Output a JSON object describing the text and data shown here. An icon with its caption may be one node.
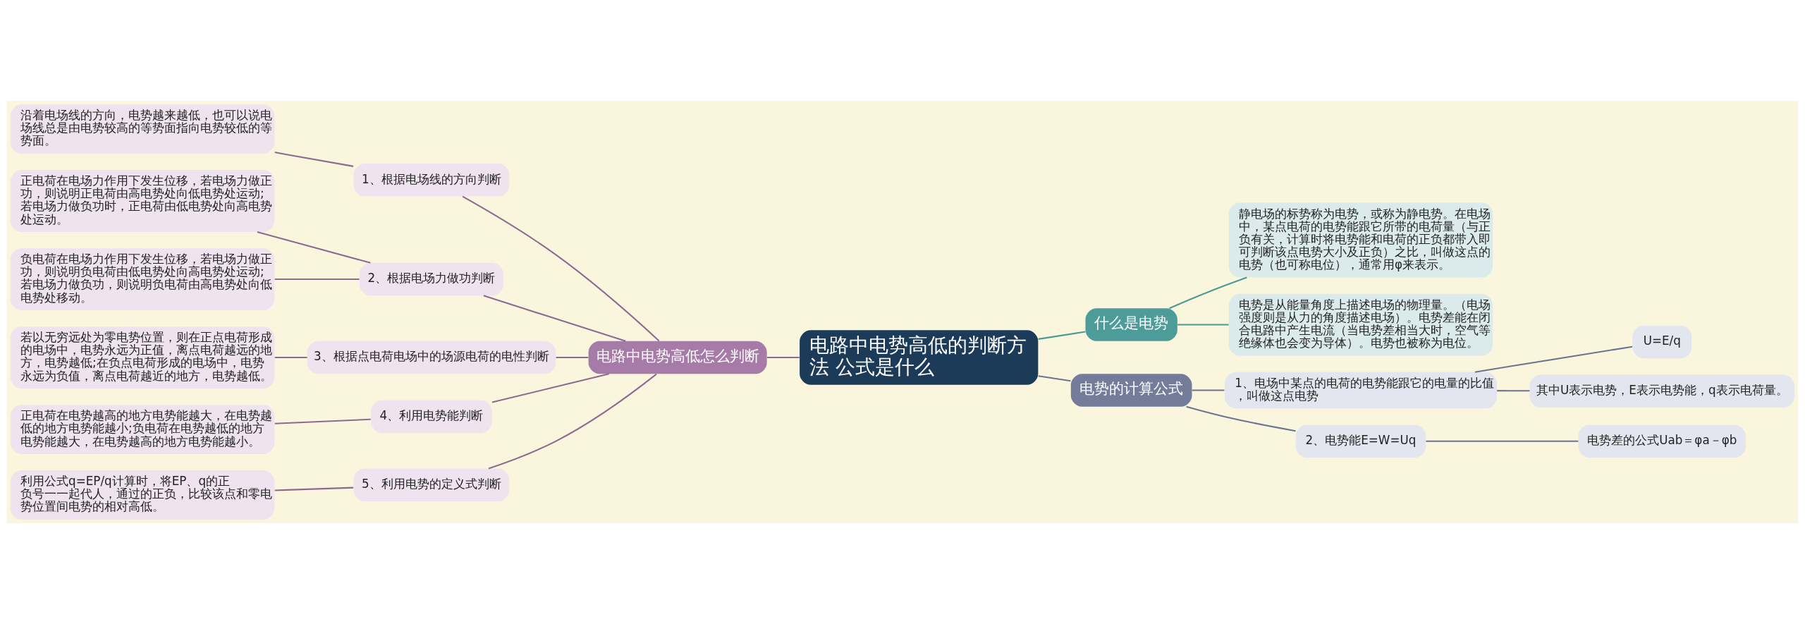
{
  "diagram": {
    "nodes": [
      {
        "text": [
          "电路中电势高低的判断方法 公式是什么"
        ]
      },
      {
        "text": [
          "电路中电势高低怎么判断"
        ]
      },
      {
        "text": [
          "1、根据电场线的方向判断"
        ]
      },
      {
        "text": [
          "沿着电场线的方向，电势越来越低，也可以说电场线总是由电势较高的等势面指向电势较低的等势面。"
        ]
      },
      {
        "text": [
          "2、根据电场力做功判断"
        ]
      },
      {
        "text": [
          "正电荷在电场力作用下发生位移，若电场力做正功，则说明正电荷由高电势处向低电势处运动;若电场力做负功时，正电荷由低电势处向高电势处运动。"
        ]
      },
      {
        "text": [
          "负电荷在电场力作用下发生位移，若电场力做正功，则说明负电荷由低电势处向高电势处运动;若电场力做负功，则说明负电荷由高电势处向低电势处移动。"
        ]
      },
      {
        "text": [
          "3、根据点电荷电场中的场源电荷的电性判断"
        ]
      },
      {
        "text": [
          "若以无穷远处为零电势位置，则在正点电荷形成的电场中，电势永远为正值，离点电荷越远的地方，电势越低;在负点电荷形成的电场中，电势永远为负值，离点电荷越近的地方，电势越低。"
        ]
      },
      {
        "text": [
          "4、利用电势能判断"
        ]
      },
      {
        "text": [
          "正电荷在电势越高的地方电势能越大，在电势越低的地方电势能越小;负电荷在电势越低的地方电势能越大，在电势越高的地方电势能越小。"
        ]
      },
      {
        "text": [
          "5、利用电势的定义式判断"
        ]
      },
      {
        "text": [
          "利用公式q=EP/q计算时，将EP、q的正负号一一起代人，通过的正负，比较该点和零电势位置间电势的相对高低。"
        ]
      },
      {
        "text": [
          "什么是电势"
        ]
      },
      {
        "text": [
          "静电场的标势称为电势，或称为静电势。在电场中，某点电荷的电势能跟它所带的电荷量（与正负有关，计算时将电势能和电荷的正负都带入即可判断该点电势大小及正负）之比，叫做这点的电势（也可称电位），通常用φ来表示。"
        ]
      },
      {
        "text": [
          "电势是从能量角度上描述电场的物理量。（电场强度则是从力的角度描述电场）。电势差能在闭合电路中产生电流（当电势差相当大时，空气等绝缘体也会变为导体）。电势也被称为电位。"
        ]
      },
      {
        "text": [
          "电势的计算公式"
        ]
      },
      {
        "text": [
          "1、电场中某点的电荷的电势能跟它的电量的比值，叫做这点电势"
        ]
      },
      {
        "text": [
          "U=E/q"
        ]
      },
      {
        "text": [
          "其中U表示电势，E表示电势能，q表示电荷量。"
        ]
      },
      {
        "text": [
          "2、电势能E=W=Uq"
        ]
      },
      {
        "text": [
          "电势差的公式Uab＝φa－φb"
        ]
      }
    ],
    "edges": [
      {
        "from": 1,
        "to": 0,
        "arrow": "none"
      },
      {
        "from": 2,
        "to": 1,
        "arrow": "none"
      },
      {
        "from": 3,
        "to": 2,
        "arrow": "none"
      },
      {
        "from": 4,
        "to": 1,
        "arrow": "none"
      },
      {
        "from": 5,
        "to": 4,
        "arrow": "none"
      },
      {
        "from": 6,
        "to": 4,
        "arrow": "none"
      },
      {
        "from": 7,
        "to": 1,
        "arrow": "none"
      },
      {
        "from": 8,
        "to": 7,
        "arrow": "none"
      },
      {
        "from": 9,
        "to": 1,
        "arrow": "none"
      },
      {
        "from": 10,
        "to": 9,
        "arrow": "none"
      },
      {
        "from": 11,
        "to": 1,
        "arrow": "none"
      },
      {
        "from": 12,
        "to": 11,
        "arrow": "none"
      },
      {
        "from": 0,
        "to": 13,
        "arrow": "none",
        "color": "#4a9a98"
      },
      {
        "from": 13,
        "to": 14,
        "arrow": "none",
        "color": "#4a9a98"
      },
      {
        "from": 13,
        "to": 15,
        "arrow": "none",
        "color": "#4a9a98"
      },
      {
        "from": 0,
        "to": 16,
        "arrow": "none",
        "color": "#6b7593"
      },
      {
        "from": 16,
        "to": 17,
        "arrow": "none",
        "color": "#6b7593"
      },
      {
        "from": 17,
        "to": 18,
        "arrow": "none",
        "color": "#6b7593"
      },
      {
        "from": 17,
        "to": 19,
        "arrow": "none",
        "color": "#6b7593"
      },
      {
        "from": 16,
        "to": 20,
        "arrow": "none",
        "color": "#6b7593"
      },
      {
        "from": 20,
        "to": 21,
        "arrow": "none",
        "color": "#6b7593"
      }
    ]
  }
}
